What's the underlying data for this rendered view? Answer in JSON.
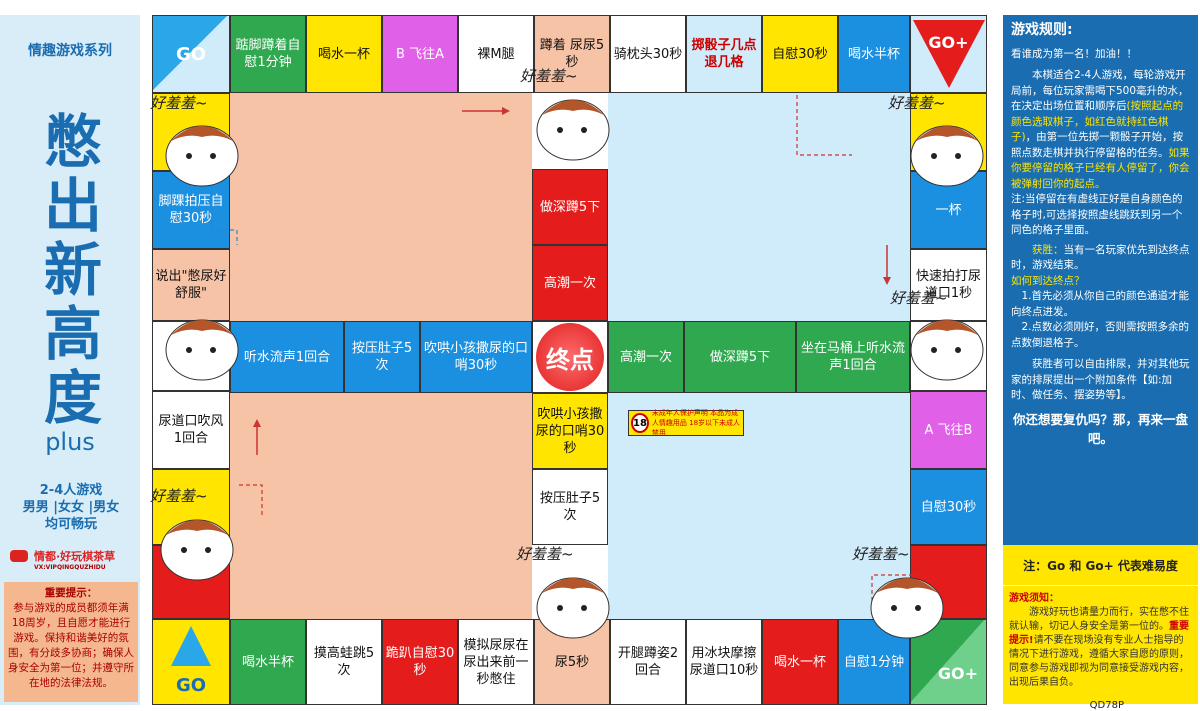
{
  "left": {
    "series": "情趣游戏系列",
    "title_chars": [
      "憋",
      "出",
      "新",
      "高",
      "度"
    ],
    "plus": "plus",
    "players_1": "2-4人游戏",
    "players_2": "男男 |女女 |男女",
    "players_3": "均可畅玩",
    "logo_text": "情都·好玩棋茶草",
    "logo_sub": "VX:VIPQINGQUZHIDU",
    "notice_title": "重要提示：",
    "notice_body": "参与游戏的成员都须年满18周岁，且自愿才能进行游戏。保持和谐美好的氛围，有分歧多协商；确保人身安全为第一位；并遵守所在地的法律法规。"
  },
  "board": {
    "top": [
      {
        "label": "GO",
        "color": "go"
      },
      {
        "label": "踮脚蹲着自慰1分钟",
        "color": "green"
      },
      {
        "label": "喝水一杯",
        "color": "yellow"
      },
      {
        "label": "B 飞往A",
        "color": "purple"
      },
      {
        "label": "裸M腿",
        "color": "white"
      },
      {
        "label": "蹲着 尿尿5秒",
        "color": "salmon"
      },
      {
        "label": "骑枕头30秒",
        "color": "white"
      },
      {
        "label": "掷骰子几点退几格",
        "color": "lightblue",
        "highlight": true
      },
      {
        "label": "自慰30秒",
        "color": "yellow"
      },
      {
        "label": "喝水半杯",
        "color": "blue"
      },
      {
        "label": "GO+",
        "color": "goplus"
      }
    ],
    "bottom": [
      {
        "label": "GO",
        "color": "go2"
      },
      {
        "label": "喝水半杯",
        "color": "green"
      },
      {
        "label": "摸高蛙跳5次",
        "color": "white"
      },
      {
        "label": "跪趴自慰30秒",
        "color": "red"
      },
      {
        "label": "模拟尿尿在尿出来前一秒憋住",
        "color": "white"
      },
      {
        "label": "尿5秒",
        "color": "salmon"
      },
      {
        "label": "开腿蹲姿2回合",
        "color": "white"
      },
      {
        "label": "用冰块摩擦尿道口10秒",
        "color": "white"
      },
      {
        "label": "喝水一杯",
        "color": "red"
      },
      {
        "label": "自慰1分钟",
        "color": "blue"
      },
      {
        "label": "GO+",
        "color": "goplus2"
      }
    ],
    "left_col": [
      {
        "label": "",
        "color": "yellow"
      },
      {
        "label": "脚踝拍压自慰30秒",
        "color": "blue"
      },
      {
        "label": "说出\"憋尿好舒服\"",
        "color": "salmon"
      },
      {
        "label": "",
        "color": "white"
      },
      {
        "label": "尿道口吹风1回合",
        "color": "white"
      },
      {
        "label": "",
        "color": "yellow"
      },
      {
        "label": "",
        "color": "red"
      }
    ],
    "right_col": [
      {
        "label": "",
        "color": "yellow"
      },
      {
        "label": "一杯",
        "color": "blue"
      },
      {
        "label": "快速拍打尿道口1秒",
        "color": "white"
      },
      {
        "label": "",
        "color": "white"
      },
      {
        "label": "A 飞往B",
        "color": "purple"
      },
      {
        "label": "自慰30秒",
        "color": "blue"
      },
      {
        "label": "",
        "color": "red"
      }
    ],
    "center_top": [
      {
        "label": "做深蹲5下",
        "color": "red"
      },
      {
        "label": "高潮一次",
        "color": "red"
      }
    ],
    "center_bottom": [
      {
        "label": "吹哄小孩撒尿的口哨30秒",
        "color": "yellow"
      },
      {
        "label": "按压肚子5次",
        "color": "white"
      }
    ],
    "center_left": [
      {
        "label": "听水流声1回合",
        "color": "blue"
      },
      {
        "label": "按压肚子5次",
        "color": "blue"
      },
      {
        "label": "吹哄小孩撒尿的口哨30秒",
        "color": "blue"
      }
    ],
    "center_right": [
      {
        "label": "高潮一次",
        "color": "green"
      },
      {
        "label": "做深蹲5下",
        "color": "green"
      },
      {
        "label": "坐在马桶上听水流声1回合",
        "color": "green"
      }
    ],
    "end_label": "终点",
    "dog_caption": "好羞羞~",
    "age_badge": "18",
    "age_text": "未成年人保护声明 本品为成人情趣用品 18岁以下未成人禁用"
  },
  "rules": {
    "title": "游戏规则:",
    "line1": "看谁成为第一名！加油！！",
    "p1": "本棋适合2-4人游戏，每轮游戏开局前，每位玩家需喝下500毫升的水，在决定出场位置和顺序后",
    "p1_hl": "(按照起点的颜色选取棋子，如红色就持红色棋子)",
    "p1b": "，由第一位先掷一颗骰子开始，按照点数走棋并执行停留格的任务。",
    "p1_hl2": "如果你要停留的格子已经有人停留了，你会被弹射回你的起点。",
    "p2": "注:当停留在有虚线正好是自身颜色的格子时,可选择按照虚线跳跃到另一个同色的格子里面。",
    "win_title": "获胜：",
    "win_text": "当有一名玩家优先到达终点时，游戏结束。",
    "how_title": "如何到达终点？",
    "how_1": "1.首先必须从你自己的颜色通道才能向终点进发。",
    "how_2": "2.点数必须刚好，否则需按照多余的点数倒退格子。",
    "how_3": "获胜者可以自由排尿，并对其他玩家的排尿提出一个附加条件【如:加时、做任务、摆姿势等】。",
    "revenge": "你还想要复仇吗？那，再来一盘吧。"
  },
  "note": {
    "title": "注：Go 和 Go+ 代表难易度",
    "sub_title": "游戏须知：",
    "body1": "游戏好玩也请量力而行，实在憋不住就认输，切记人身安全是第一位的。",
    "body_hl": "重要提示!",
    "body2": "请不要在现场没有专业人士指导的情况下进行游戏，遵循大家自愿的原则，同意参与游戏即视为同意接受游戏内容，出现后果自负。"
  },
  "code": "QD78P"
}
